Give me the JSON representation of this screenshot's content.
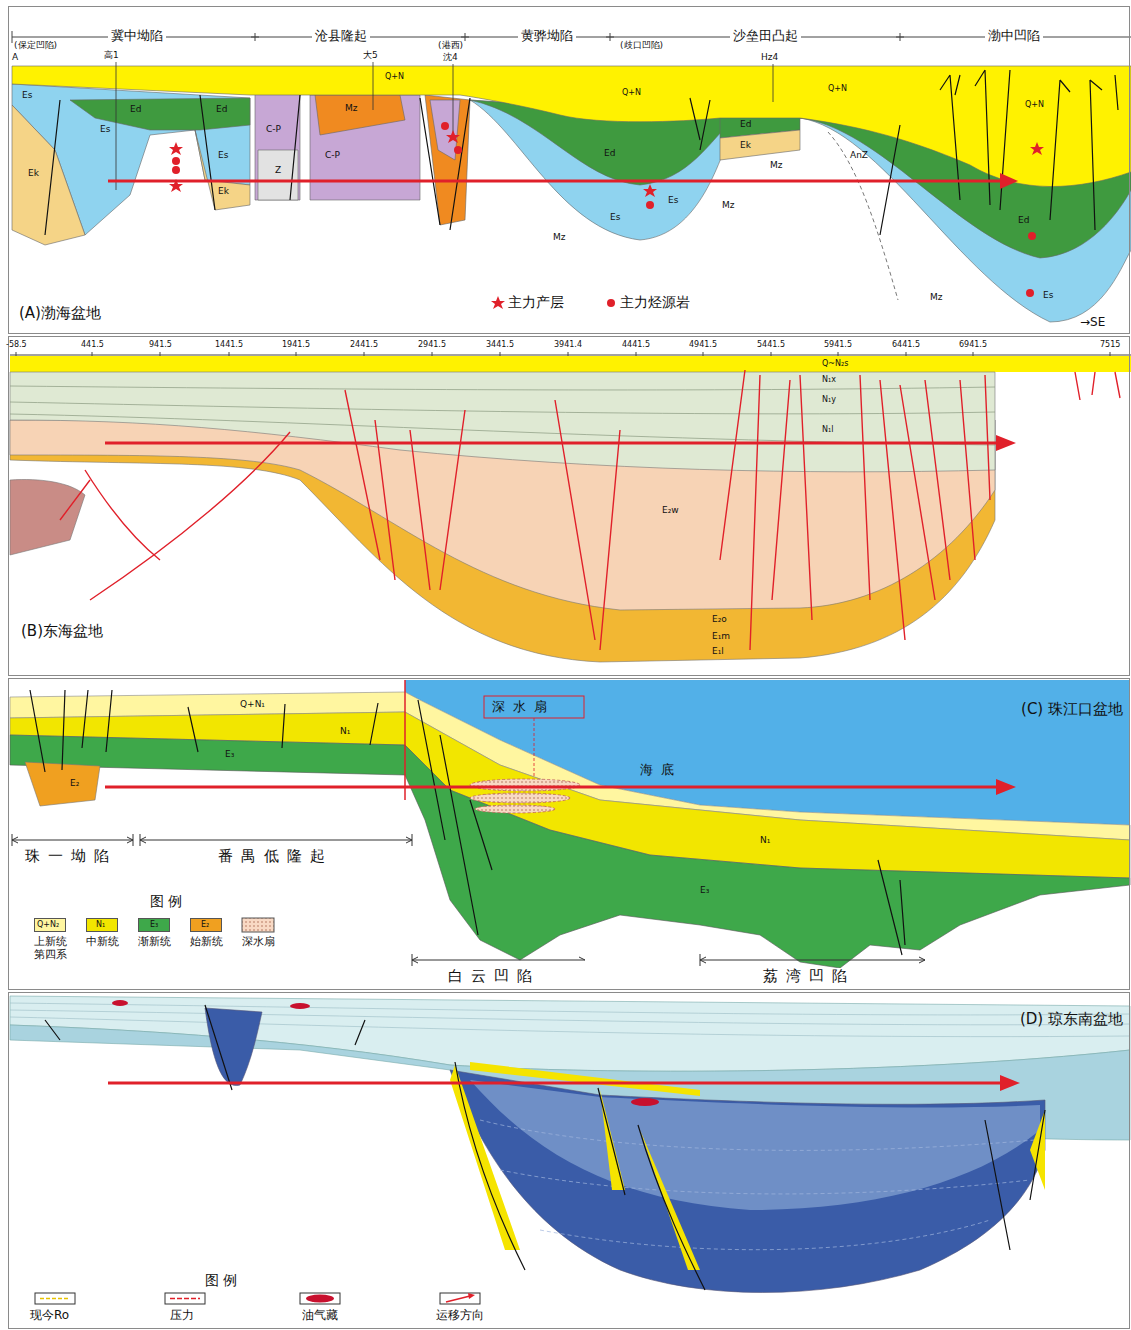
{
  "diagram": {
    "nodes": [
      {
        "text": [
          "(A)渤海盆地"
        ]
      },
      {
        "text": [
          "(B)东海盆地"
        ]
      },
      {
        "text": [
          "(C) 珠江口盆地"
        ]
      },
      {
        "text": [
          "(D) 琼东南盆地"
        ]
      }
    ],
    "labels": [
      "(保定凹陷)",
      "冀中坳陷",
      "沧县隆起",
      "(港西)",
      "黄骅坳陷",
      "(歧口凹陷)",
      "沙垒田凸起",
      "渤中凹陷",
      "A",
      "高1",
      "大5",
      "沈4",
      "Hz4",
      "Q+N",
      "Q+N",
      "Q+N",
      "Q+N",
      "Es",
      "Ek",
      "Es",
      "Ed",
      "Ed",
      "Es",
      "Ek",
      "C-P",
      "Z",
      "Mz",
      "C-P",
      "Ed",
      "Es",
      "Es",
      "Mz",
      "Mz",
      "Ed",
      "Ek",
      "Mz",
      "AnZ",
      "Ed",
      "Es",
      "Mz",
      "→SE",
      "-58.5",
      "441.5",
      "941.5",
      "1441.5",
      "1941.5",
      "2441.5",
      "2941.5",
      "3441.5",
      "3941.4",
      "4441.5",
      "4941.5",
      "5441.5",
      "5941.5",
      "6441.5",
      "6941.5",
      "7515",
      "Q~N₂s",
      "N₁x",
      "N₁y",
      "N₁l",
      "E₂w",
      "E₂o",
      "E₁m",
      "E₁l",
      "Q+N₁",
      "N₁",
      "E₃",
      "E₂",
      "深水扇",
      "海底",
      "N₁",
      "E₃",
      "珠一坳陷",
      "番禺低隆起",
      "白云凹陷",
      "荔湾凹陷",
      "图 例",
      "Q+N₂",
      "N₁",
      "E₃",
      "E₂",
      "图 例"
    ],
    "legend": [
      {
        "text": "主力产层"
      },
      {
        "text": "主力烃源岩"
      },
      {
        "text": "上新统 第四系",
        "color": "#fff6a0"
      },
      {
        "text": "中新统",
        "color": "#f2e600"
      },
      {
        "text": "渐新统",
        "color": "#3ea84a"
      },
      {
        "text": "始新统",
        "color": "#f0a020"
      },
      {
        "text": "深水扇"
      },
      {
        "text": "现今Ro"
      },
      {
        "text": "压力"
      },
      {
        "text": "油气藏"
      },
      {
        "text": "运移方向"
      }
    ]
  }
}
